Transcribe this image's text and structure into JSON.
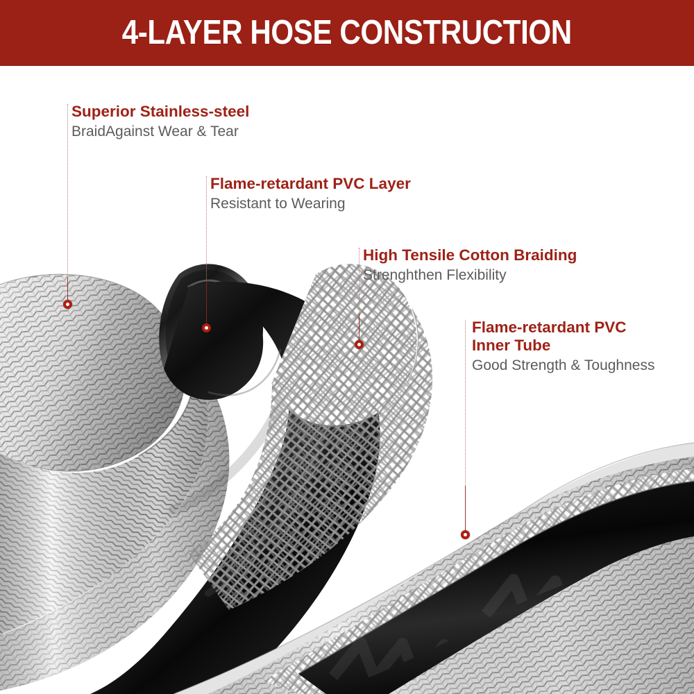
{
  "header": {
    "title": "4-LAYER HOSE CONSTRUCTION",
    "background_color": "#9B2015",
    "text_color": "#FFFFFF"
  },
  "theme": {
    "accent_red": "#9E2116",
    "marker_red": "#AE1E12",
    "subtitle_gray": "#5B5B5B",
    "leader_line_color": "#B08076",
    "page_background": "#FFFFFF"
  },
  "callouts": [
    {
      "id": "superior-stainless-steel",
      "title": "Superior Stainless-steel",
      "subtitle": "BraidAgainst Wear & Tear",
      "marker_label": "layer-1-marker",
      "layer_index": 1
    },
    {
      "id": "flame-retardant-pvc-layer",
      "title": "Flame-retardant PVC Layer",
      "subtitle": "Resistant to Wearing",
      "marker_label": "layer-2-marker",
      "layer_index": 2
    },
    {
      "id": "high-tensile-cotton-braiding",
      "title": "High Tensile Cotton Braiding",
      "subtitle": "Strenghthen Flexibility",
      "marker_label": "layer-3-marker",
      "layer_index": 3
    },
    {
      "id": "flame-retardant-pvc-inner-tube",
      "title_line1": "Flame-retardant PVC",
      "title_line2": "Inner Tube",
      "subtitle": "Good Strength & Toughness",
      "marker_label": "layer-4-marker",
      "layer_index": 4
    }
  ],
  "artwork": {
    "description": "Four nested hose layers shown as S-curved cutaway tubes plus an assembled hose in the lower right",
    "layers": [
      "stainless-steel-braid",
      "black-pvc-outer-layer",
      "cotton-mesh-braid",
      "black-pvc-inner-tube"
    ]
  }
}
